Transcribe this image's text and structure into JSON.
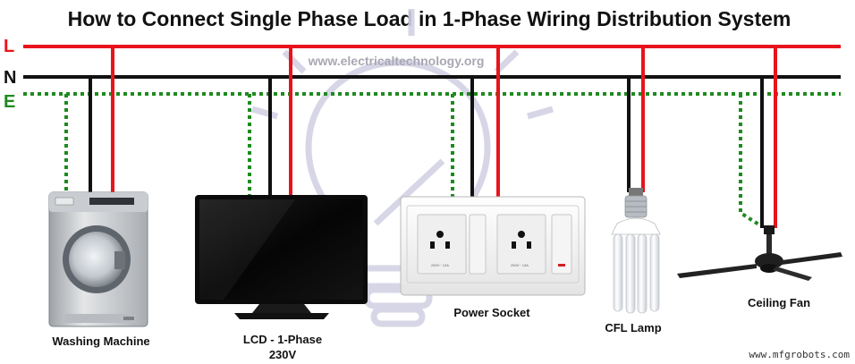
{
  "title": "How to Connect Single Phase Load in 1-Phase Wiring Distribution System",
  "watermark": "www.electricaltechnology.org",
  "credit": "www.mfgrobots.com",
  "buses": {
    "live": {
      "label": "L",
      "color": "#e8141b"
    },
    "neutral": {
      "label": "N",
      "color": "#111111"
    },
    "earth": {
      "label": "E",
      "color": "#1e8a1e"
    }
  },
  "devices": {
    "washing_machine": {
      "label": "Washing Machine"
    },
    "lcd": {
      "label_line1": "LCD - 1-Phase",
      "label_line2": "230V"
    },
    "power_socket": {
      "label": "Power Socket"
    },
    "cfl_lamp": {
      "label": "CFL Lamp"
    },
    "ceiling_fan": {
      "label": "Ceiling Fan"
    }
  }
}
